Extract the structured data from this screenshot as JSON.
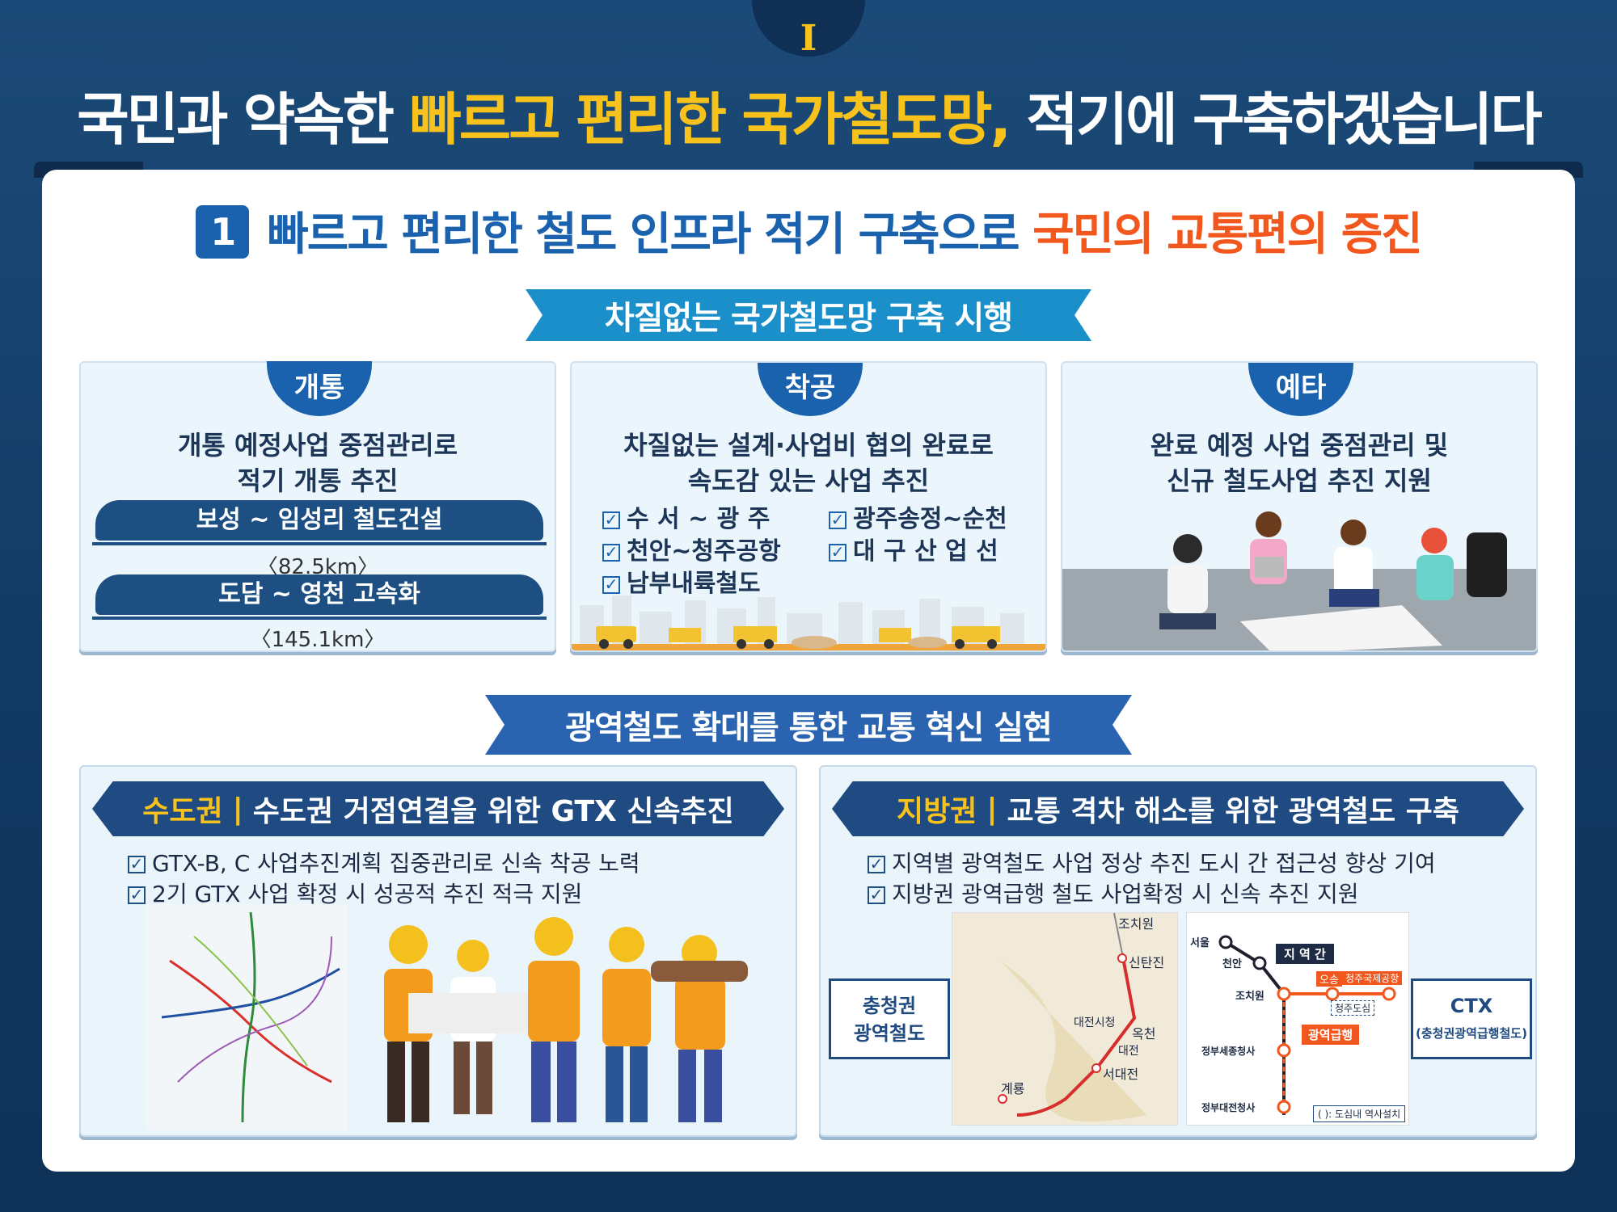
{
  "roman": "I",
  "header": {
    "title_a": "국민과 약속한 ",
    "title_hl": "빠르고 편리한 국가철도망,",
    "title_b": " 적기에 구축하겠습니다"
  },
  "section": {
    "num": "1",
    "title_a": "빠르고 편리한 철도 인프라 적기 구축으로 ",
    "title_hl": "국민의 교통편의 증진"
  },
  "ribbon1": "차질없는 국가철도망 구축 시행",
  "cards": {
    "open": {
      "tag": "개통",
      "line1": "개통 예정사업 중점관리로",
      "line2": "적기 개통 추진",
      "train1": "보성 ~ 임성리 철도건설",
      "km1": "〈82.5km〉",
      "train2": "도담 ~ 영천 고속화",
      "km2": "〈145.1km〉"
    },
    "construct": {
      "tag": "착공",
      "line1": "차질없는 설계·사업비 협의 완료로",
      "line2": "속도감 있는 사업 추진",
      "items": [
        "수 서 ~ 광 주",
        "천안~청주공항",
        "남부내륙철도",
        "광주송정~순천",
        "대 구 산 업 선"
      ]
    },
    "prelim": {
      "tag": "예타",
      "line1": "완료 예정 사업 중점관리 및",
      "line2": "신규 철도사업 추진 지원"
    }
  },
  "ribbon2": "광역철도 확대를 통한 교통 혁신 실현",
  "capital": {
    "region": "수도권",
    "sep": "|",
    "title": "수도권 거점연결을 위한 GTX 신속추진",
    "b1": "GTX-B, C 사업추진계획 집중관리로 신속 착공 노력",
    "b2": "2기 GTX 사업 확정 시 성공적 추진 적극 지원"
  },
  "regional": {
    "region": "지방권",
    "sep": "|",
    "title": "교통 격차 해소를 위한 광역철도 구축",
    "b1": "지역별 광역철도 사업 정상 추진 도시 간 접근성 향상 기여",
    "b2": "지방권 광역급행 철도 사업확정 시 신속 추진 지원"
  },
  "map1": {
    "stations": [
      "조치원",
      "신탄진",
      "대전시청",
      "옥천",
      "대전",
      "서대전",
      "계룡"
    ]
  },
  "map2": {
    "stations": [
      "서울",
      "천안",
      "조치원",
      "정부세종청사",
      "정부대전청사",
      "오송",
      "청주국제공항",
      "청주도심"
    ],
    "label_region": "지 역 간",
    "label_express": "광역급행",
    "legend": "( ): 도심내 역사설치"
  },
  "side_left": {
    "l1": "충청권",
    "l2": "광역철도"
  },
  "side_right": {
    "l1": "CTX",
    "l2": "(충청권광역급행철도)"
  },
  "colors": {
    "accent_yellow": "#f7c21b",
    "blue": "#1a62ad",
    "orange": "#f2581d",
    "navy": "#1f4a82"
  }
}
